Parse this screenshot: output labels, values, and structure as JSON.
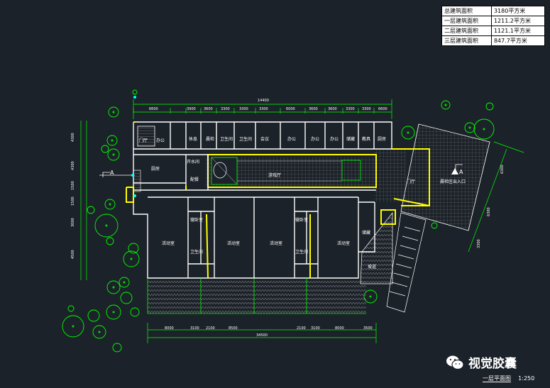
{
  "area_table": {
    "rows": [
      {
        "label": "总建筑面积",
        "value": "3180平方米"
      },
      {
        "label": "一层建筑面积",
        "value": "1211.2平方米"
      },
      {
        "label": "二层建筑面积",
        "value": "1121.1平方米"
      },
      {
        "label": "三层建筑面积",
        "value": "847.7平方米"
      }
    ]
  },
  "dimensions": {
    "top_total": "14400",
    "top": [
      "6600",
      "3900",
      "3600",
      "3300",
      "3300",
      "3300",
      "6000",
      "3600",
      "3600",
      "3300",
      "3300",
      "6600"
    ],
    "bottom_total": "34500",
    "bottom": [
      "8000",
      "3100",
      "2100",
      "8500",
      "2100",
      "3100",
      "8000",
      "3500"
    ],
    "left": [
      "4300",
      "4300",
      "1500",
      "1500",
      "3000",
      "4500"
    ],
    "right": [
      "6300",
      "6300",
      "3300"
    ]
  },
  "rooms": {
    "r1": "门厅",
    "r2": "办公",
    "r3": "厨房",
    "r4": "休息",
    "r5": "晨检",
    "r6": "卫生间",
    "r7": "卫生间",
    "r8": "会议",
    "r9": "办公",
    "r10": "办公",
    "r11": "办公",
    "r12": "储藏",
    "r13": "教具",
    "r14": "厨房",
    "r15": "开水间",
    "r16": "配餐",
    "r17": "游戏厅",
    "r18": "活动室",
    "r19": "寝卧室",
    "r20": "卫生间",
    "r21": "活动室",
    "r22": "活动室",
    "r23": "寝卧室",
    "r24": "卫生间",
    "r25": "活动室",
    "r26": "储藏",
    "r27": "门厅",
    "r28": "晨检区出入口",
    "r29": "坡道",
    "section_a_left": "A",
    "section_a_right": "A"
  },
  "watermark": "视觉胶囊",
  "drawing_title": "一层平面图",
  "scale": "1:250",
  "colors": {
    "background": "#1c2229",
    "wall": "#ffffff",
    "highlight": "#ffff00",
    "green": "#00ff00",
    "cyan": "#00c8c8",
    "hatch": "#8a8a8a"
  }
}
